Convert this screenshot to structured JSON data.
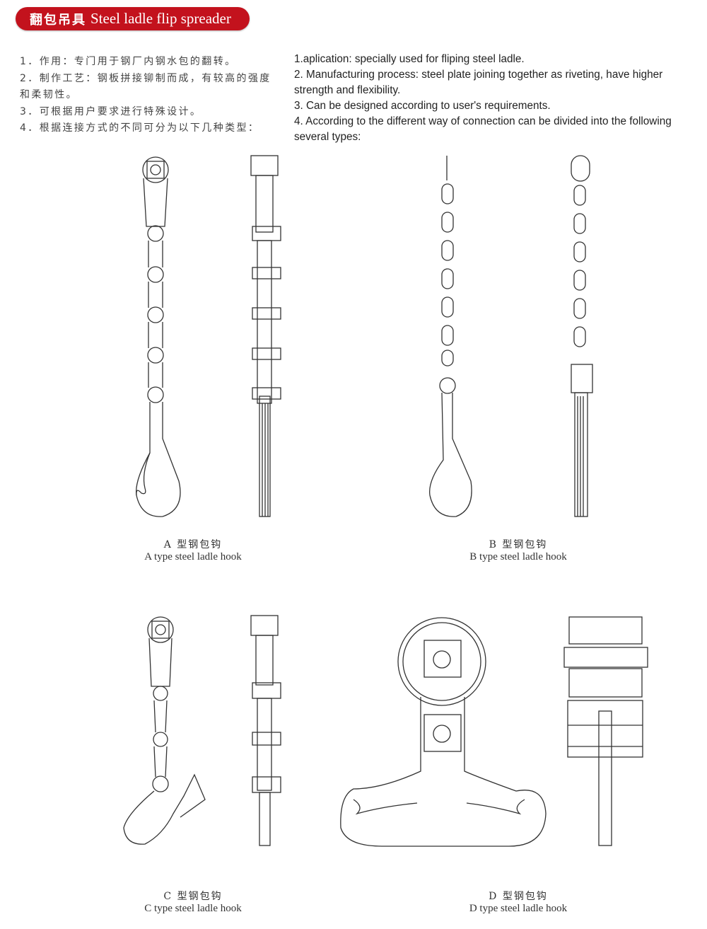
{
  "header": {
    "title_zh": "翻包吊具",
    "title_en": "Steel ladle flip spreader"
  },
  "description_zh": [
    "1．作用：专门用于钢厂内钢水包的翻转。",
    "2．制作工艺：钢板拼接铆制而成，有较高的强度和柔韧性。",
    "3．可根据用户要求进行特殊设计。",
    "4．根据连接方式的不同可分为以下几种类型："
  ],
  "description_en": [
    "1.aplication: specially used for fliping steel ladle.",
    "2. Manufacturing process: steel plate joining together as riveting, have higher strength and flexibility.",
    "3. Can be designed according to user's requirements.",
    "4. According to the different way of connection can be divided into the following several types:"
  ],
  "products": [
    {
      "zh": "A 型钢包钩",
      "en": "A type steel ladle hook"
    },
    {
      "zh": "B 型钢包钩",
      "en": "B type steel ladle hook"
    },
    {
      "zh": "C 型钢包钩",
      "en": "C type steel ladle hook"
    },
    {
      "zh": "D 型钢包钩",
      "en": "D type steel ladle hook"
    }
  ],
  "colors": {
    "brand_red": "#c3121d",
    "line": "#333333"
  }
}
